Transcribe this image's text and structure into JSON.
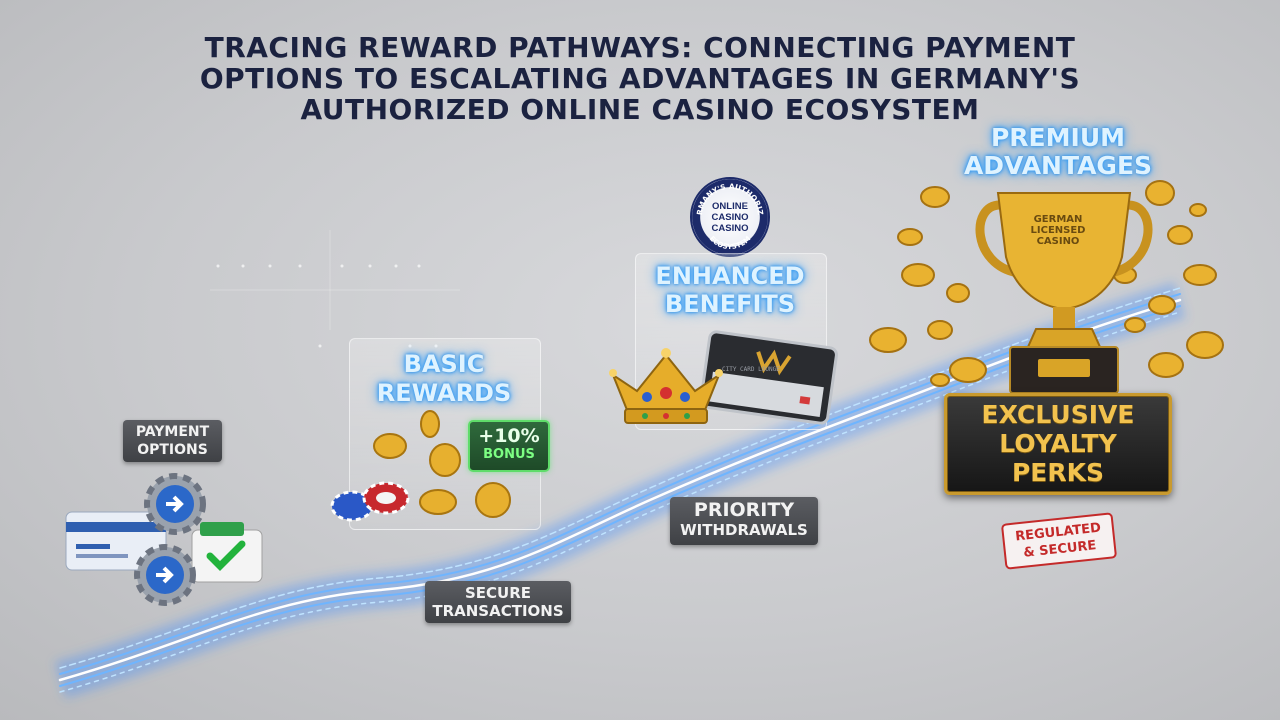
{
  "title": "TRACING REWARD PATHWAYS: CONNECTING PAYMENT OPTIONS TO ESCALATING ADVANTAGES IN GERMANY'S AUTHORIZED ONLINE CASINO ECOSYSTEM",
  "stages": {
    "payment_options": {
      "line1": "PAYMENT",
      "line2": "OPTIONS"
    },
    "basic_rewards": {
      "line1": "BASIC",
      "line2": "REWARDS"
    },
    "enhanced_benefits": {
      "line1": "ENHANCED",
      "line2": "BENEFITS"
    },
    "premium_advantages": {
      "line1": "PREMIUM",
      "line2": "ADVANTAGES"
    }
  },
  "bonus_badge": {
    "pct": "+10%",
    "label": "BONUS"
  },
  "labels": {
    "secure_transactions": {
      "line1": "SECURE",
      "line2": "TRANSACTIONS"
    },
    "priority_withdrawals": {
      "line1": "PRIORITY",
      "line2": "WITHDRAWALS"
    },
    "exclusive_loyalty": {
      "line1": "EXCLUSIVE",
      "line2": "LOYALTY",
      "line3": "PERKS"
    },
    "regulated_secure": {
      "line1": "REGULATED",
      "line2": "& SECURE"
    }
  },
  "seal": {
    "ring_top": "GERMANY'S AUTHORIZED",
    "center": "ONLINE CASINO CASINO",
    "ring_bottom": "ECOSYSTEM"
  },
  "trophy": {
    "line1": "GERMAN",
    "line2": "LICENSED",
    "line3": "CASINO"
  },
  "card": {
    "text": "CITY CARD LOUNGE"
  },
  "colors": {
    "title": "#1b2240",
    "glow": "#3aa0ff",
    "gold": "#e2ad2c",
    "bonus_green": "#5fdc6a",
    "stamp_red": "#c42a2a"
  }
}
